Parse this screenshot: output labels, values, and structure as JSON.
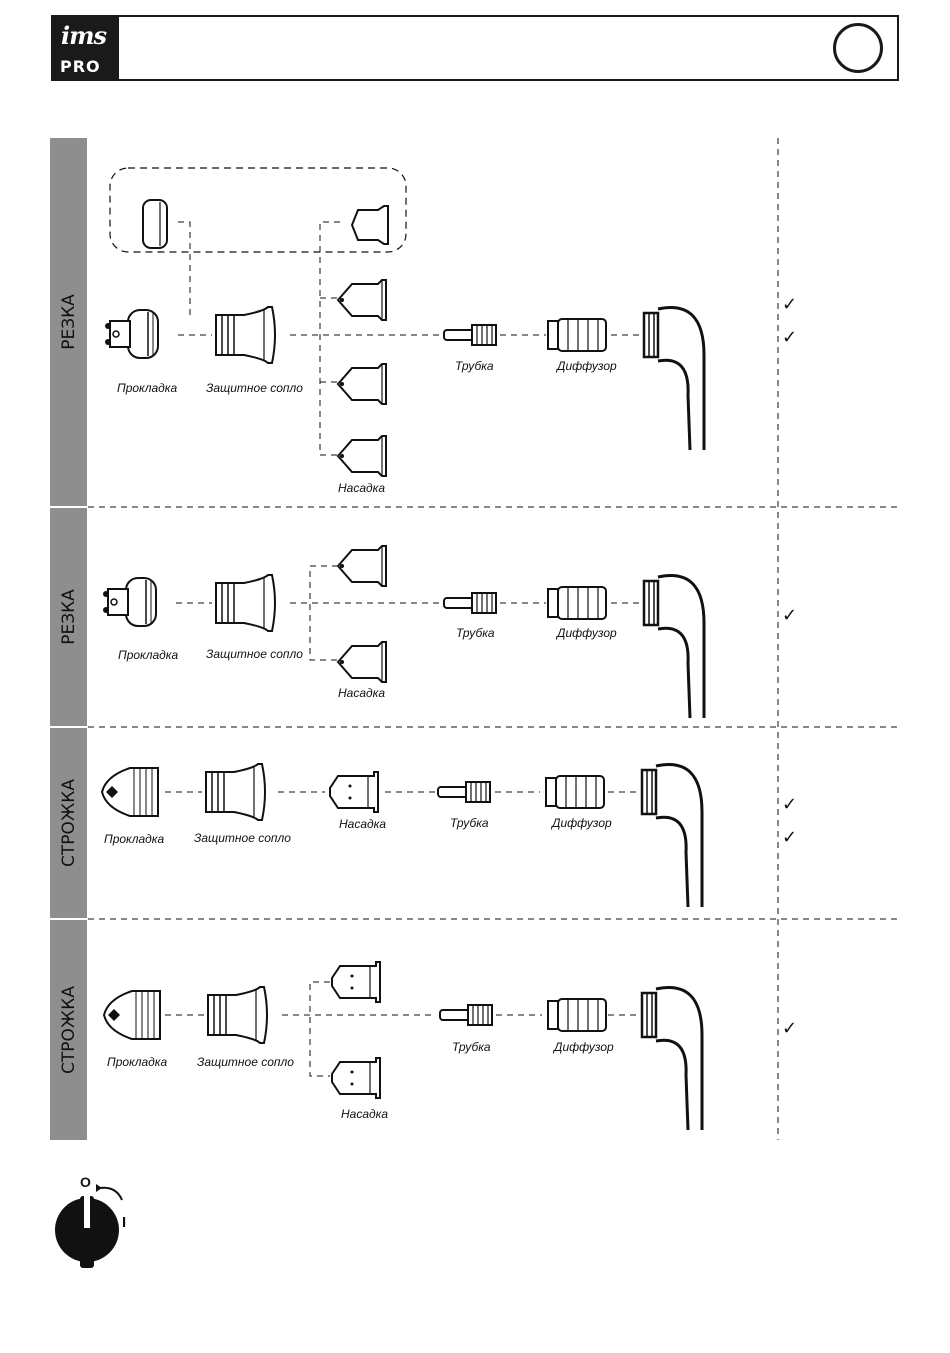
{
  "header": {
    "logo_top": "ims",
    "logo_bottom": "PRO"
  },
  "sections": [
    {
      "label": "РЕЗКА"
    },
    {
      "label": "РЕЗКА"
    },
    {
      "label": "СТРОЖКА"
    },
    {
      "label": "СТРОЖКА"
    }
  ],
  "parts": {
    "gasket": "Прокладка",
    "shield": "Защитное сопло",
    "tube": "Трубка",
    "diffuser": "Диффузор",
    "nozzle": "Насадка"
  },
  "check_mark": "✓",
  "switch": {
    "off": "O",
    "on": "I"
  },
  "colors": {
    "sidebar": "#8e8e8e",
    "ink": "#111111"
  }
}
